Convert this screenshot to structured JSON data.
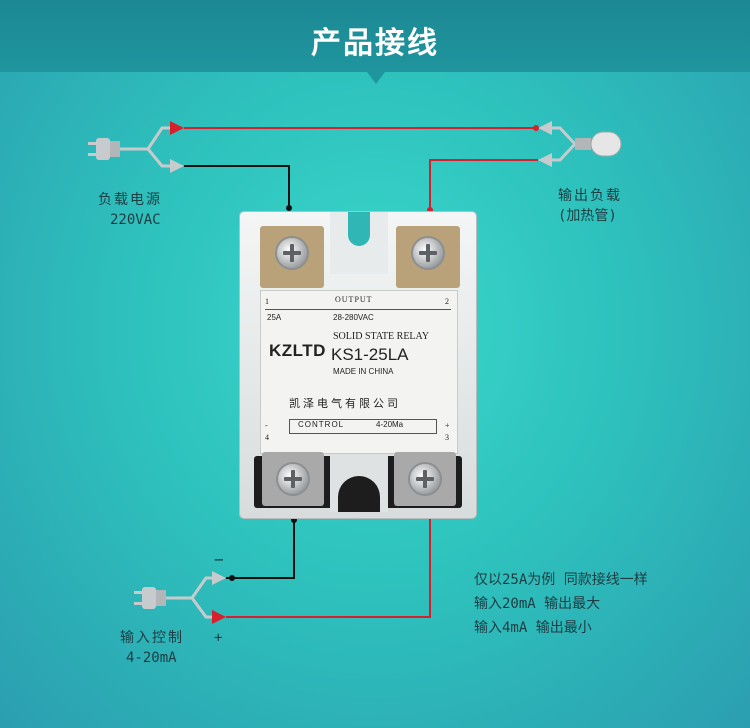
{
  "banner": {
    "title": "产品接线"
  },
  "labels": {
    "load_power": [
      "负载电源",
      "220VAC"
    ],
    "output_load": [
      "输出负载",
      "(加热管)"
    ],
    "input_control": [
      "输入控制",
      "4-20mA"
    ],
    "minus_sign": "−",
    "plus_sign": "+"
  },
  "notes": [
    "仅以25A为例 同款接线一样",
    "输入20mA 输出最大",
    "输入4mA 输出最小"
  ],
  "relay": {
    "output_label": "OUTPUT",
    "terminal_1": "1",
    "terminal_2": "2",
    "current": "25A",
    "voltage": "28-280VAC",
    "brand": "KZLTD",
    "product_type": "SOLID STATE RELAY",
    "model": "KS1-25LA",
    "origin": "MADE IN CHINA",
    "company": "凯泽电气有限公司",
    "control_label": "CONTROL",
    "control_range": "4-20Ma",
    "terminal_4": "4",
    "terminal_3": "3",
    "control_minus": "-",
    "control_plus": "+"
  },
  "colors": {
    "red_wire": "#d8202c",
    "black_wire": "#111111",
    "banner": "#1f959e"
  }
}
